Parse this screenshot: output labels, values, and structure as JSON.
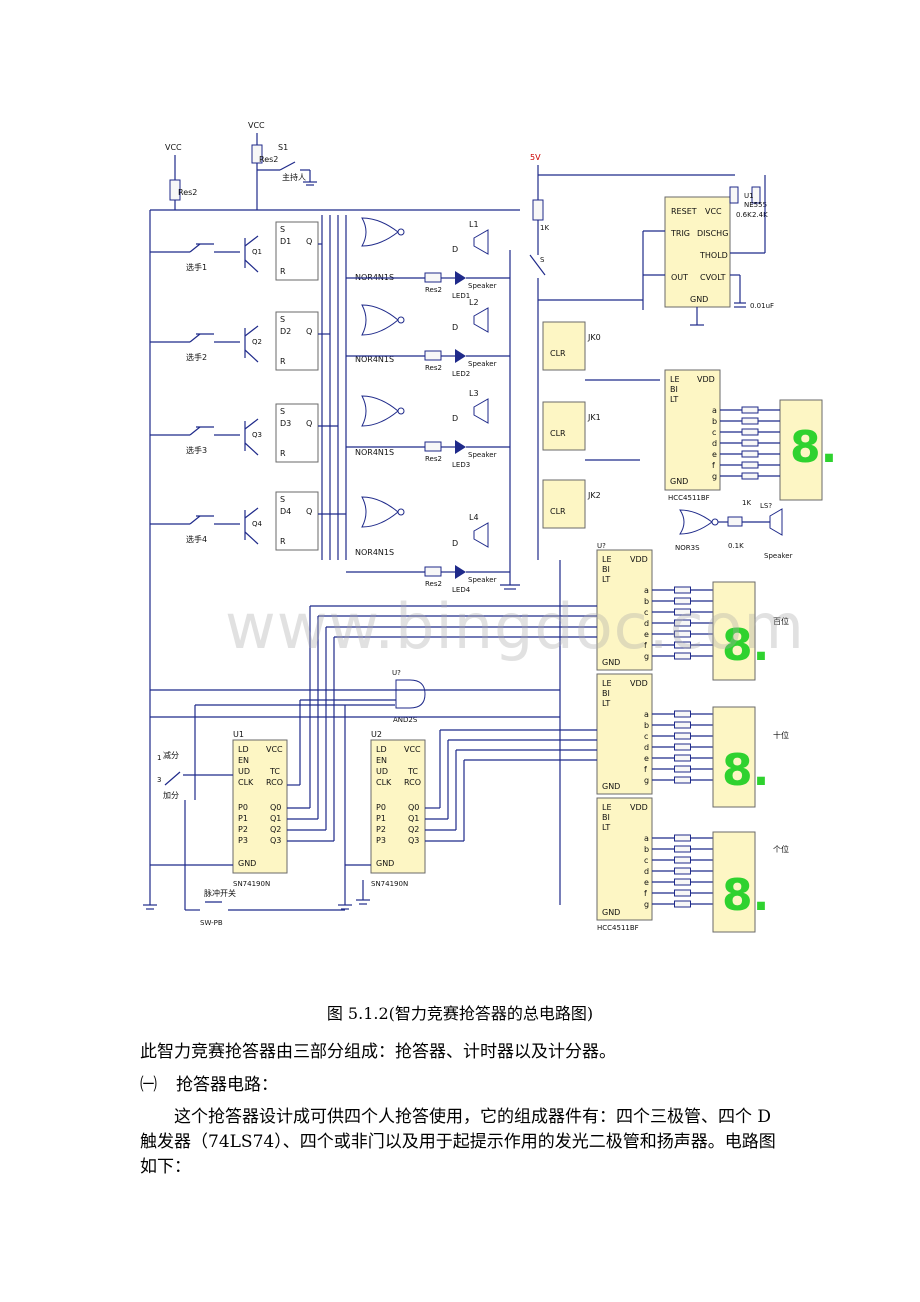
{
  "schematic": {
    "labels": {
      "vcc": "VCC",
      "res2": "Res2",
      "s1": "S1",
      "host": "主持人",
      "five_v": "5V",
      "one_k": "1K",
      "s": "S",
      "d": "D",
      "q": "Q",
      "r": "R",
      "s_pin": "S",
      "nor_gate": "NOR4N1S",
      "speaker": "Speaker",
      "ne555": "NE555",
      "reset": "RESET",
      "trig": "TRIG",
      "out": "OUT",
      "dischg": "DISCHG",
      "thold": "THOLD",
      "cvolt": "CVOLT",
      "gnd": "GND",
      "cap": "0.01uF",
      "r06k": "0.6K",
      "r24k": "2.4K",
      "u1_top": "U1",
      "jk0": "JK0",
      "jk1": "JK1",
      "jk2": "JK2",
      "clr": "CLR",
      "decoder": "HCC4511BF",
      "le": "LE",
      "bi": "BI",
      "lt": "LT",
      "vdd": "VDD",
      "nor3s": "NOR3S",
      "ls": "LS?",
      "r01k": "0.1K",
      "hundreds": "百位",
      "tens": "十位",
      "ones": "个位",
      "and2s": "AND2S",
      "u_q": "U?",
      "u1": "U1",
      "u2": "U2",
      "counter": "SN74190N",
      "ld": "LD",
      "en": "EN",
      "ud": "UD",
      "clk": "CLK",
      "tc": "TC",
      "rco": "RCO",
      "p0": "P0",
      "p1": "P1",
      "p2": "P2",
      "p3": "P3",
      "q0": "Q0",
      "q1": "Q1",
      "q2": "Q2",
      "q3": "Q3",
      "minus": "减分",
      "plus": "加分",
      "pulse": "脉冲开关",
      "swpb": "SW-PB"
    },
    "players": [
      "选手1",
      "选手2",
      "选手3",
      "选手4"
    ],
    "flipflops": [
      "D1",
      "D2",
      "D3",
      "D4"
    ],
    "transistors": [
      "Q1",
      "Q2",
      "Q3",
      "Q4"
    ],
    "leds": [
      "LED1",
      "LED2",
      "LED3",
      "LED4"
    ],
    "lamps": [
      "L1",
      "L2",
      "L3",
      "L4"
    ],
    "seg_letters": [
      "a",
      "b",
      "c",
      "d",
      "e",
      "f",
      "g"
    ]
  },
  "watermark": "www.bingdoc.com",
  "caption": "图 5.1.2(智力竞赛抢答器的总电路图)",
  "intro": "此智力竞赛抢答器由三部分组成：抢答器、计时器以及计分器。",
  "section": {
    "number": "㈠",
    "title": "抢答器电路："
  },
  "body": "这个抢答器设计成可供四个人抢答使用，它的组成器件有：四个三极管、四个 D 触发器（74LS74）、四个或非门以及用于起提示作用的发光二极管和扬声器。电路图如下："
}
